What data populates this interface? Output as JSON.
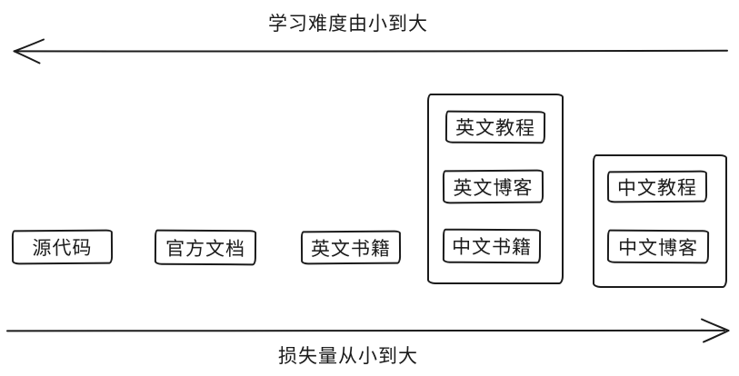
{
  "diagram": {
    "top_axis": {
      "label": "学习难度由小到大",
      "direction": "left"
    },
    "bottom_axis": {
      "label": "损失量从小到大",
      "direction": "right"
    },
    "boxes": [
      {
        "label": "源代码"
      },
      {
        "label": "官方文档"
      },
      {
        "label": "英文书籍"
      }
    ],
    "groups": [
      {
        "name": "english-and-chinese-books-group",
        "items": [
          {
            "label": "英文教程"
          },
          {
            "label": "英文博客"
          },
          {
            "label": "中文书籍"
          }
        ]
      },
      {
        "name": "chinese-tutorials-blogs-group",
        "items": [
          {
            "label": "中文教程"
          },
          {
            "label": "中文博客"
          }
        ]
      }
    ],
    "colors": {
      "stroke": "#1b1b1b",
      "background": "#ffffff"
    }
  }
}
